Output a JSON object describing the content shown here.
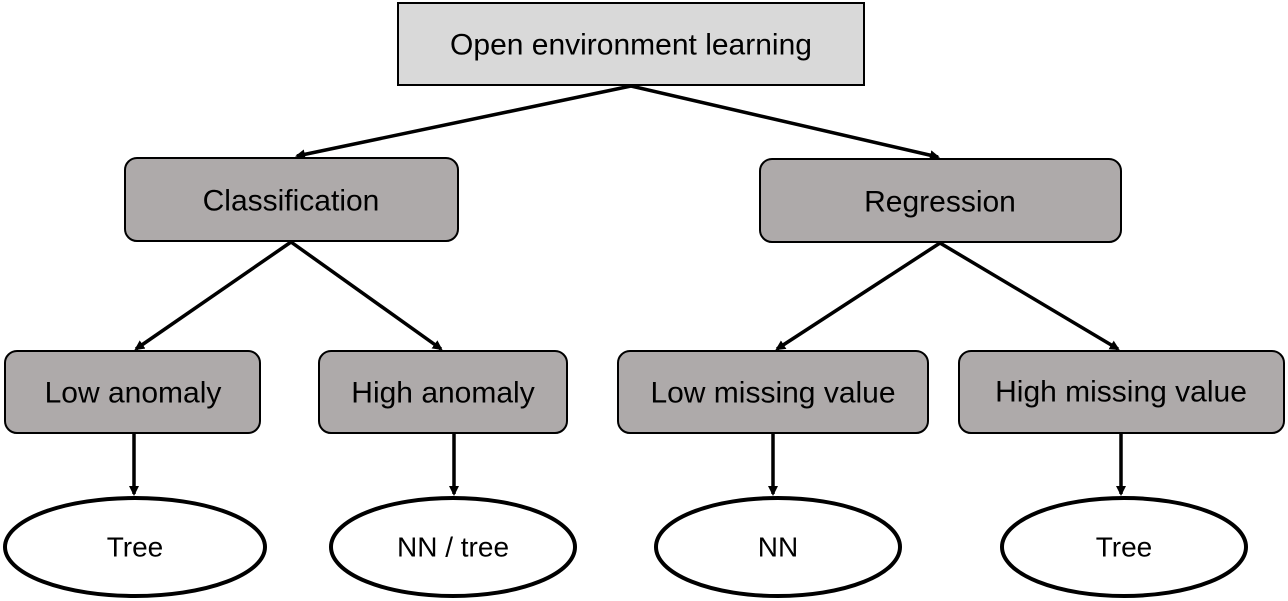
{
  "root": {
    "label": "Open environment learning"
  },
  "branches": [
    {
      "label": "Classification",
      "children": [
        {
          "label": "Low anomaly",
          "leaf": "Tree"
        },
        {
          "label": "High anomaly",
          "leaf": "NN / tree"
        }
      ]
    },
    {
      "label": "Regression",
      "children": [
        {
          "label": "Low missing value",
          "leaf": "NN"
        },
        {
          "label": "High missing value",
          "leaf": "Tree"
        }
      ]
    }
  ],
  "colors": {
    "root_fill": "#d9d9d9",
    "node_fill": "#aeaaaa",
    "leaf_fill": "#ffffff",
    "stroke": "#000000"
  }
}
